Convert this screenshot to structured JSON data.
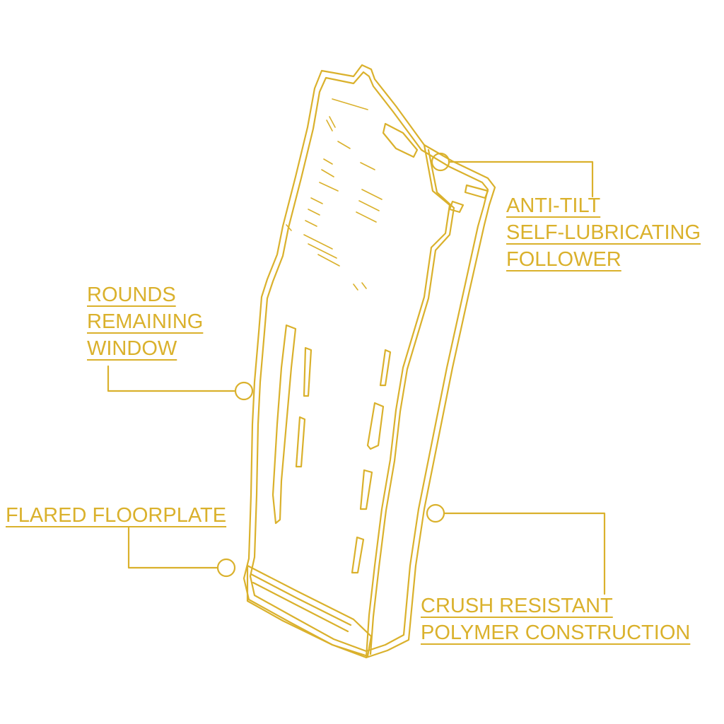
{
  "colors": {
    "line": "#dab12c",
    "background": "#ffffff"
  },
  "callouts": {
    "follower": {
      "lines": [
        "ANTI-TILT",
        "SELF-LUBRICATING",
        "FOLLOWER"
      ]
    },
    "window": {
      "lines": [
        "ROUNDS",
        "REMAINING",
        "WINDOW"
      ]
    },
    "floorplate": {
      "lines": [
        "FLARED FLOORPLATE"
      ]
    },
    "body": {
      "lines": [
        "CRUSH RESISTANT",
        "POLYMER CONSTRUCTION"
      ]
    }
  }
}
